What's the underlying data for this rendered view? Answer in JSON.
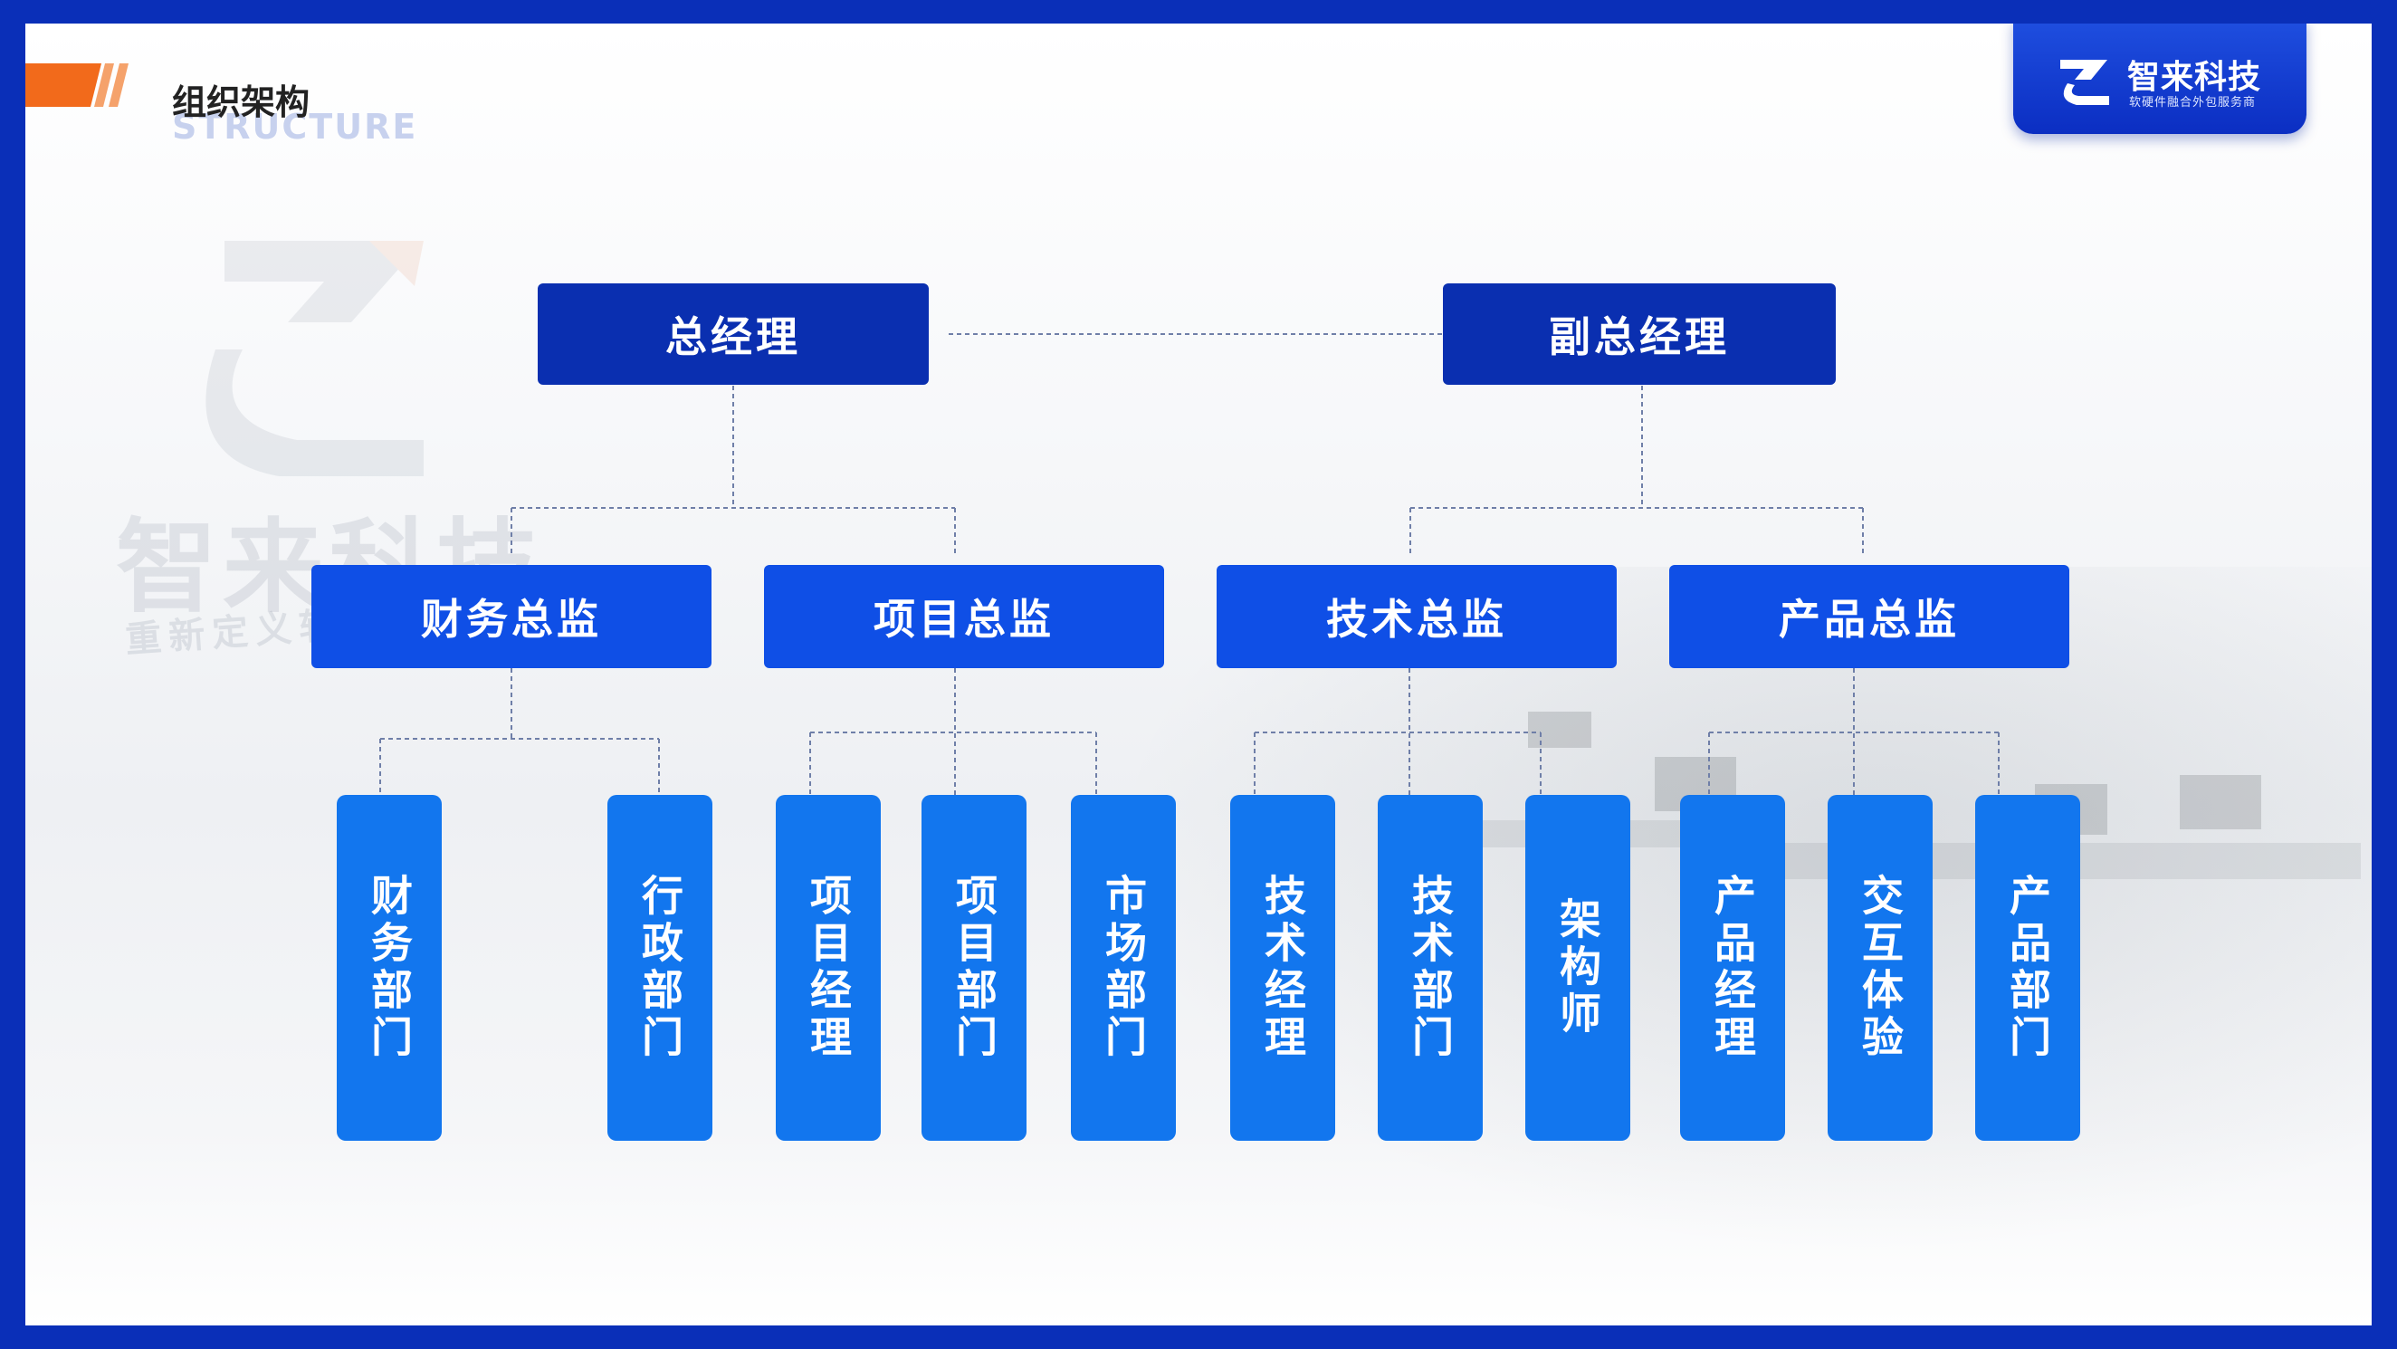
{
  "header": {
    "title": "组织架构",
    "subtitle": "STRUCTURE"
  },
  "brand": {
    "name": "智来科技",
    "tagline": "软硬件融合外包服务商",
    "color": "#0b2ec2"
  },
  "watermark": {
    "name": "智来科技",
    "slogan": "重新定义软"
  },
  "colors": {
    "frame": "#0a2fb8",
    "level1": "#0a2fb0",
    "level2": "#0f4fe6",
    "level3": "#1276ee",
    "accent": "#f26a1b"
  },
  "org": {
    "general_manager": "总经理",
    "deputy_general_manager": "副总经理",
    "directors": [
      "财务总监",
      "项目总监",
      "技术总监",
      "产品总监"
    ],
    "departments": [
      "财务部门",
      "行政部门",
      "项目经理",
      "项目部门",
      "市场部门",
      "技术经理",
      "技术部门",
      "架构师",
      "产品经理",
      "交互体验",
      "产品部门"
    ]
  }
}
